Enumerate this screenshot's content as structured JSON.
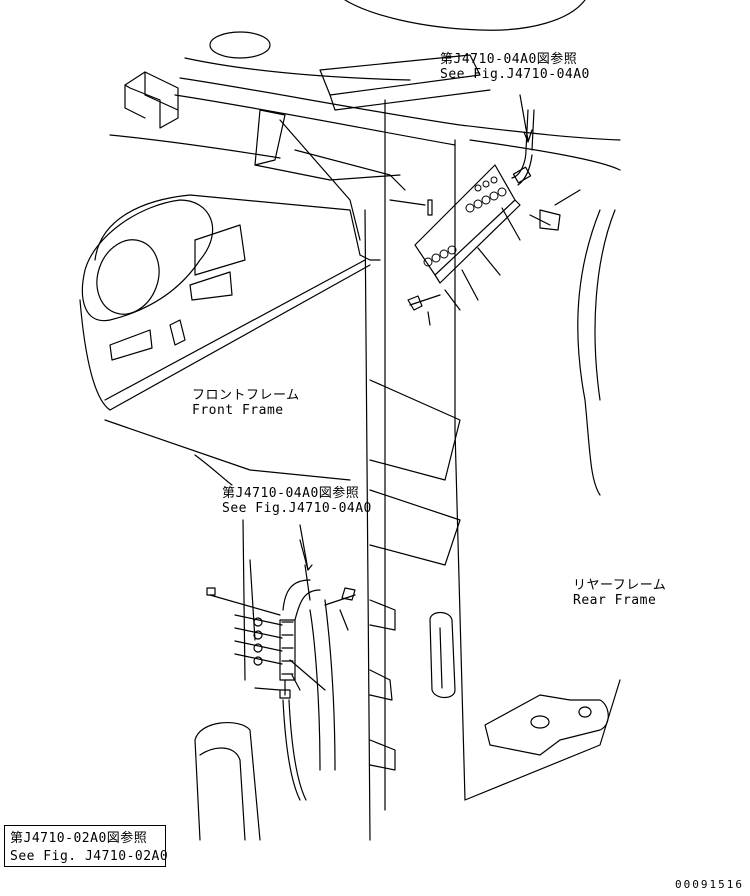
{
  "callouts": {
    "top_ref": {
      "line1": "第J4710-04A0図参照",
      "line2": "See Fig.J4710-04A0"
    },
    "mid_ref": {
      "line1": "第J4710-04A0図参照",
      "line2": "See Fig.J4710-04A0"
    },
    "bottom_ref": {
      "line1": "第J4710-02A0図参照",
      "line2": "See Fig. J4710-02A0"
    }
  },
  "frames": {
    "front": {
      "jp": "フロントフレーム",
      "en": "Front Frame"
    },
    "rear": {
      "jp": "リヤーフレーム",
      "en": "Rear Frame"
    }
  },
  "document_number": "00091516"
}
